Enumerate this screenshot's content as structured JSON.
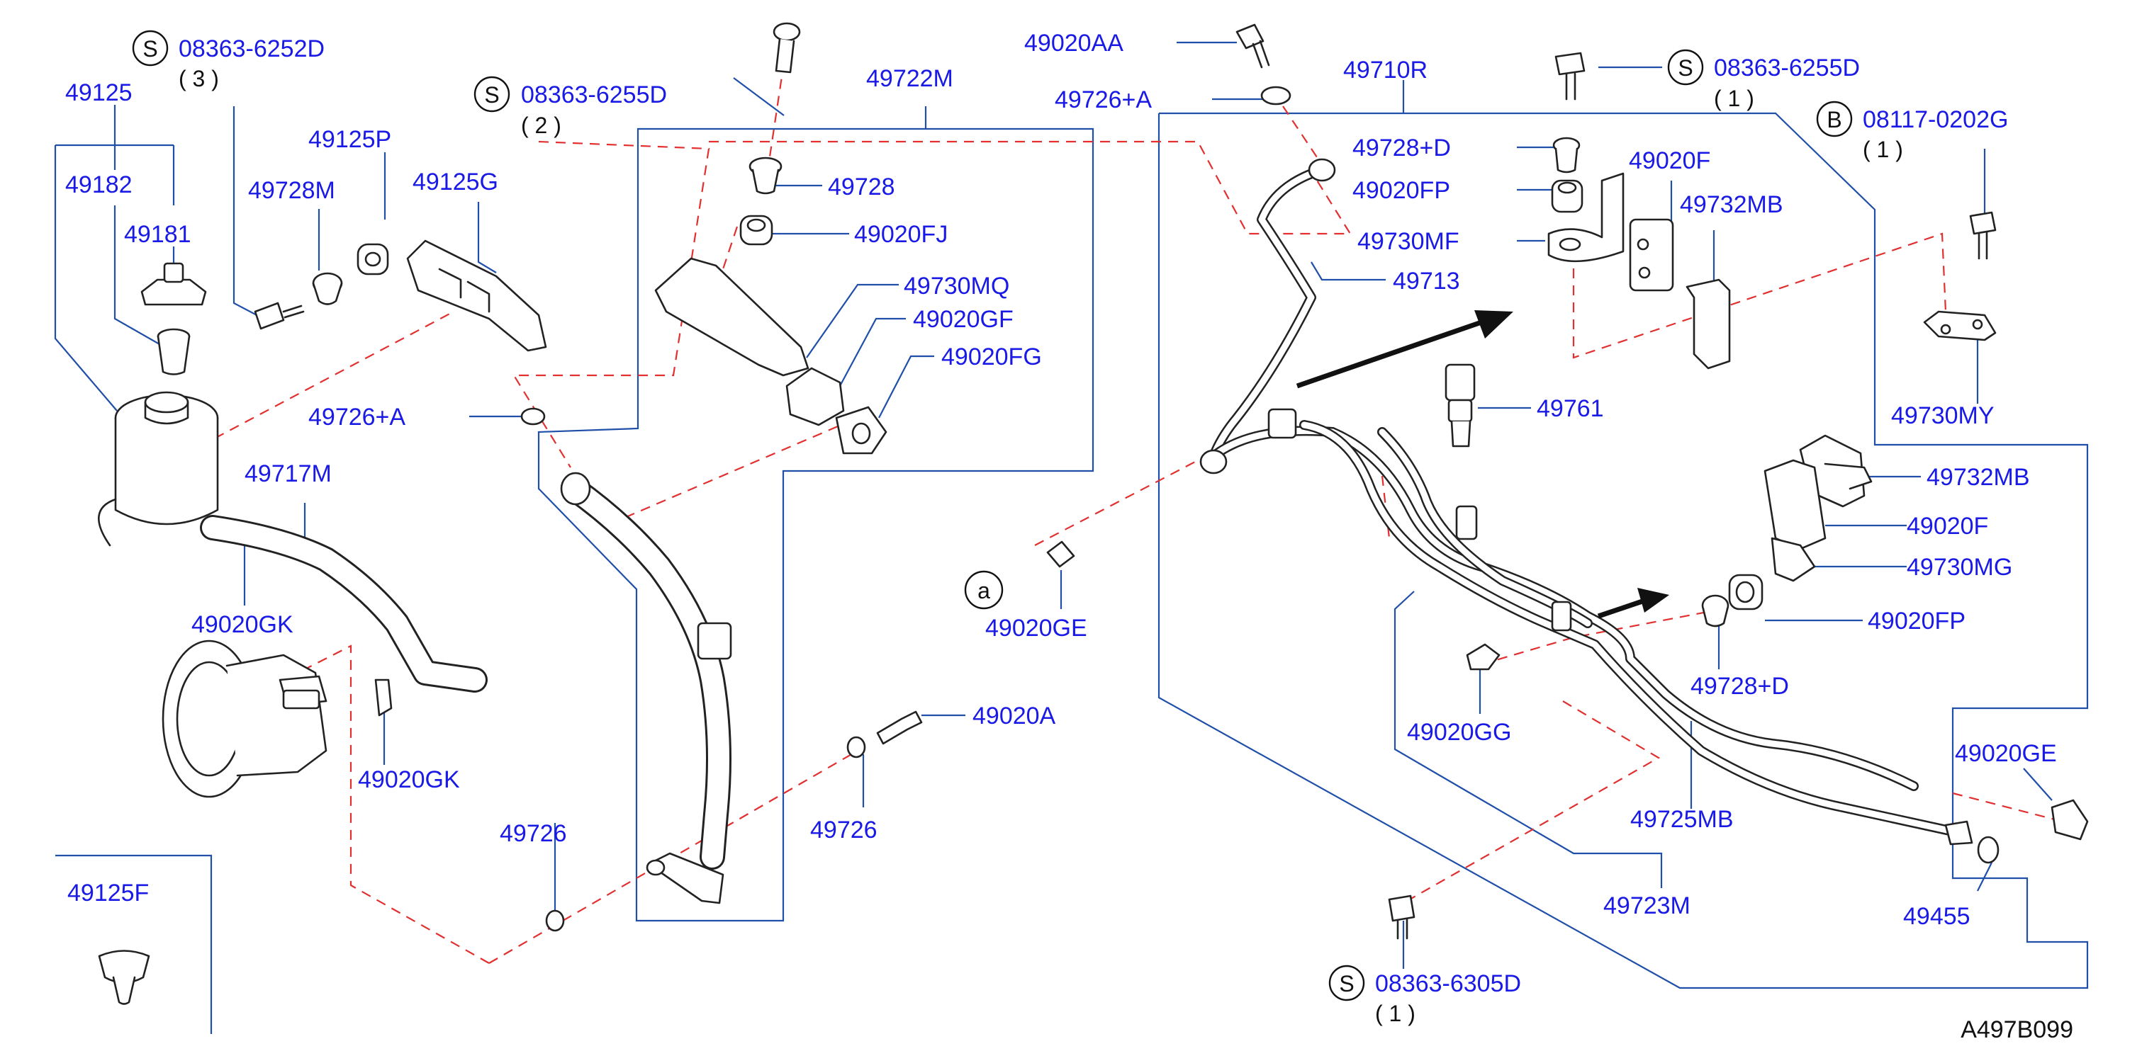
{
  "diagram_id": "A497B099",
  "labels": {
    "p49125": "49125",
    "p49182": "49182",
    "p49181": "49181",
    "p49728M": "49728M",
    "p49125P": "49125P",
    "p49125G": "49125G",
    "p49726A_left": "49726+A",
    "p49717M": "49717M",
    "p49020GK_a": "49020GK",
    "p49020GK_b": "49020GK",
    "p49125F": "49125F",
    "p49722M": "49722M",
    "p49728": "49728",
    "p49020FJ": "49020FJ",
    "p49730MQ": "49730MQ",
    "p49020GF": "49020GF",
    "p49020FG": "49020FG",
    "p49020GE_mid": "49020GE",
    "p49020A": "49020A",
    "p49726_a": "49726",
    "p49726_b": "49726",
    "p49020AA": "49020AA",
    "p49726A_top": "49726+A",
    "p49710R": "49710R",
    "p49728D_top": "49728+D",
    "p49020FP_top": "49020FP",
    "p49730MF": "49730MF",
    "p49713": "49713",
    "p49020F_top": "49020F",
    "p49732MB_top": "49732MB",
    "p49730MY": "49730MY",
    "p49761": "49761",
    "p49732MB_right": "49732MB",
    "p49020F_right": "49020F",
    "p49730MG": "49730MG",
    "p49020FP_right": "49020FP",
    "p49728D_right": "49728+D",
    "p49020GG": "49020GG",
    "p49725MB": "49725MB",
    "p49723M": "49723M",
    "p49020GE_right": "49020GE",
    "p49455": "49455"
  },
  "callouts": {
    "s1": {
      "symbol": "S",
      "part": "08363-6252D",
      "qty": "( 3 )"
    },
    "s2": {
      "symbol": "S",
      "part": "08363-6255D",
      "qty": "( 2 )"
    },
    "s3": {
      "symbol": "S",
      "part": "08363-6255D",
      "qty": "( 1 )"
    },
    "b1": {
      "symbol": "B",
      "part": "08117-0202G",
      "qty": "( 1 )"
    },
    "s4": {
      "symbol": "S",
      "part": "08363-6305D",
      "qty": "( 1 )"
    },
    "a1": {
      "symbol": "a"
    }
  },
  "colors": {
    "label": "#1a1ae6",
    "leader": "#1f4fa8",
    "dashed": "#e23030",
    "part_stroke": "#222222"
  }
}
